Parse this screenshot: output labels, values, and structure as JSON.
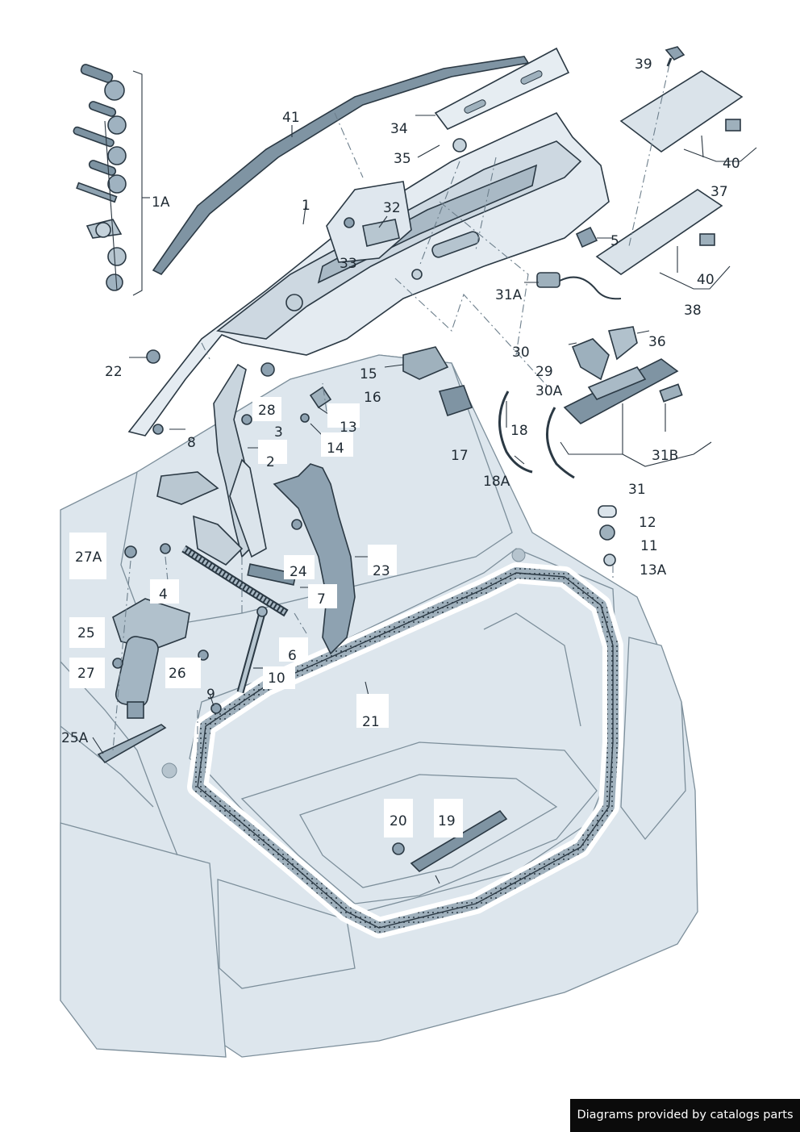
{
  "diagram": {
    "callouts": [
      "1",
      "1A",
      "2",
      "3",
      "4",
      "5",
      "6",
      "7",
      "8",
      "9",
      "10",
      "11",
      "12",
      "13",
      "13A",
      "14",
      "15",
      "16",
      "17",
      "18",
      "18A",
      "19",
      "20",
      "21",
      "22",
      "23",
      "24",
      "25",
      "25A",
      "26",
      "27",
      "27A",
      "28",
      "29",
      "30",
      "30A",
      "31",
      "31A",
      "31B",
      "32",
      "33",
      "34",
      "35",
      "36",
      "37",
      "38",
      "39",
      "40",
      "40",
      "41"
    ]
  },
  "footer": {
    "credit": "Diagrams provided by catalogs parts"
  },
  "palette": {
    "body": "#dde6ed",
    "part": "#c9d5de",
    "dark": "#8ea2b1",
    "ink": "#1f2a33"
  }
}
